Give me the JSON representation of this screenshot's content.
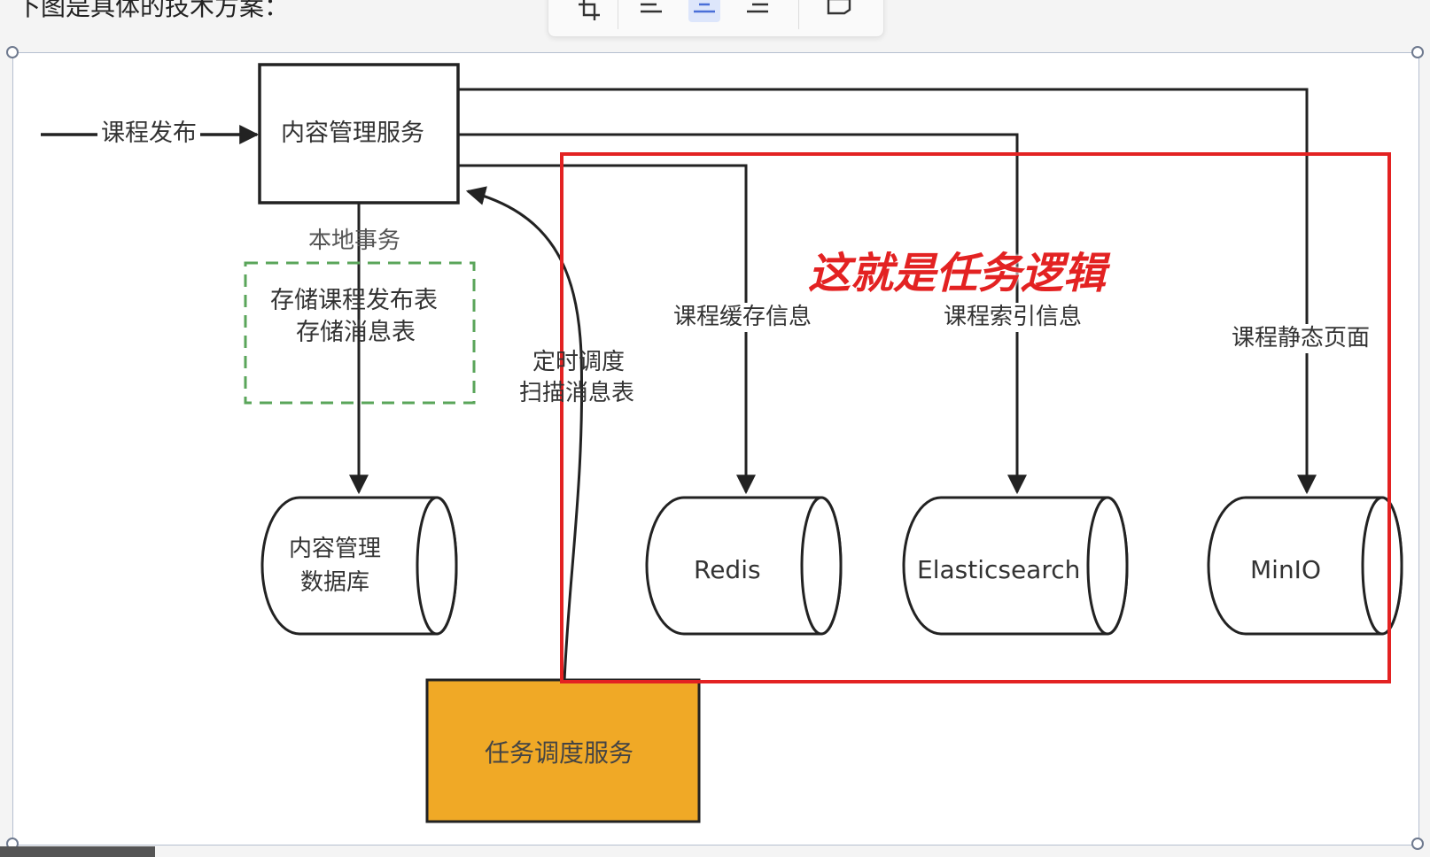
{
  "intro_text": "下图是具体的技术方案：",
  "diagram": {
    "edge_labels": {
      "course_publish": "课程发布",
      "local_transaction": "本地事务",
      "scheduled_scan_line1": "定时调度",
      "scheduled_scan_line2": "扫描消息表",
      "course_cache_info": "课程缓存信息",
      "course_index_info": "课程索引信息",
      "course_static_page": "课程静态页面"
    },
    "nodes": {
      "content_service": "内容管理服务",
      "transaction_box_line1": "存储课程发布表",
      "transaction_box_line2": "存储消息表",
      "content_db_line1": "内容管理",
      "content_db_line2": "数据库",
      "redis": "Redis",
      "elasticsearch": "Elasticsearch",
      "minio": "MinIO",
      "task_scheduler": "任务调度服务"
    },
    "annotation": "这就是任务逻辑",
    "colors": {
      "highlight_box": "#e32222",
      "task_box_fill": "#f0a926",
      "dashed_box": "#5aa55a",
      "line": "#222222"
    }
  }
}
